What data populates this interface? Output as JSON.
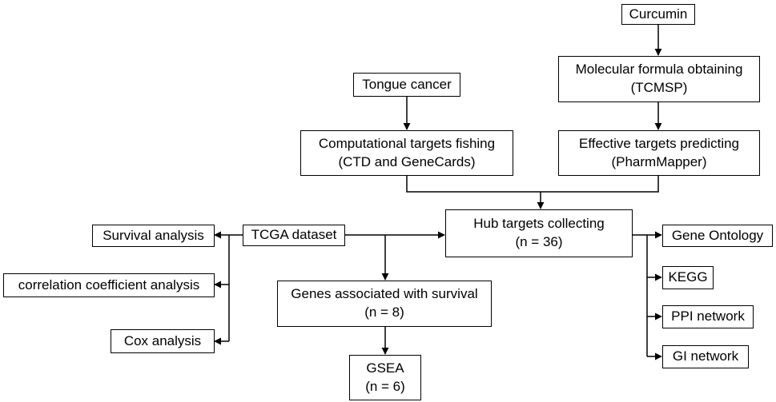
{
  "nodes": {
    "curcumin": {
      "line1": "Curcumin"
    },
    "molecular": {
      "line1": "Molecular formula obtaining",
      "line2": "(TCMSP)"
    },
    "tongue": {
      "line1": "Tongue cancer"
    },
    "computational": {
      "line1": "Computational targets fishing",
      "line2": "(CTD and GeneCards)"
    },
    "effective": {
      "line1": "Effective targets predicting",
      "line2": "(PharmMapper)"
    },
    "hub": {
      "line1": "Hub targets collecting",
      "line2": "(n = 36)"
    },
    "tcga": {
      "line1": "TCGA dataset"
    },
    "survival": {
      "line1": "Survival analysis"
    },
    "correlation": {
      "line1": "correlation coefficient analysis"
    },
    "cox": {
      "line1": "Cox analysis"
    },
    "genes": {
      "line1": "Genes associated with survival",
      "line2": "(n = 8)"
    },
    "gsea": {
      "line1": "GSEA",
      "line2": "(n = 6)"
    },
    "go": {
      "line1": "Gene Ontology"
    },
    "kegg": {
      "line1": "KEGG"
    },
    "ppi": {
      "line1": "PPI network"
    },
    "gi": {
      "line1": "GI network"
    }
  },
  "colors": {
    "stroke": "#000000",
    "background": "#ffffff",
    "text": "#000000"
  }
}
